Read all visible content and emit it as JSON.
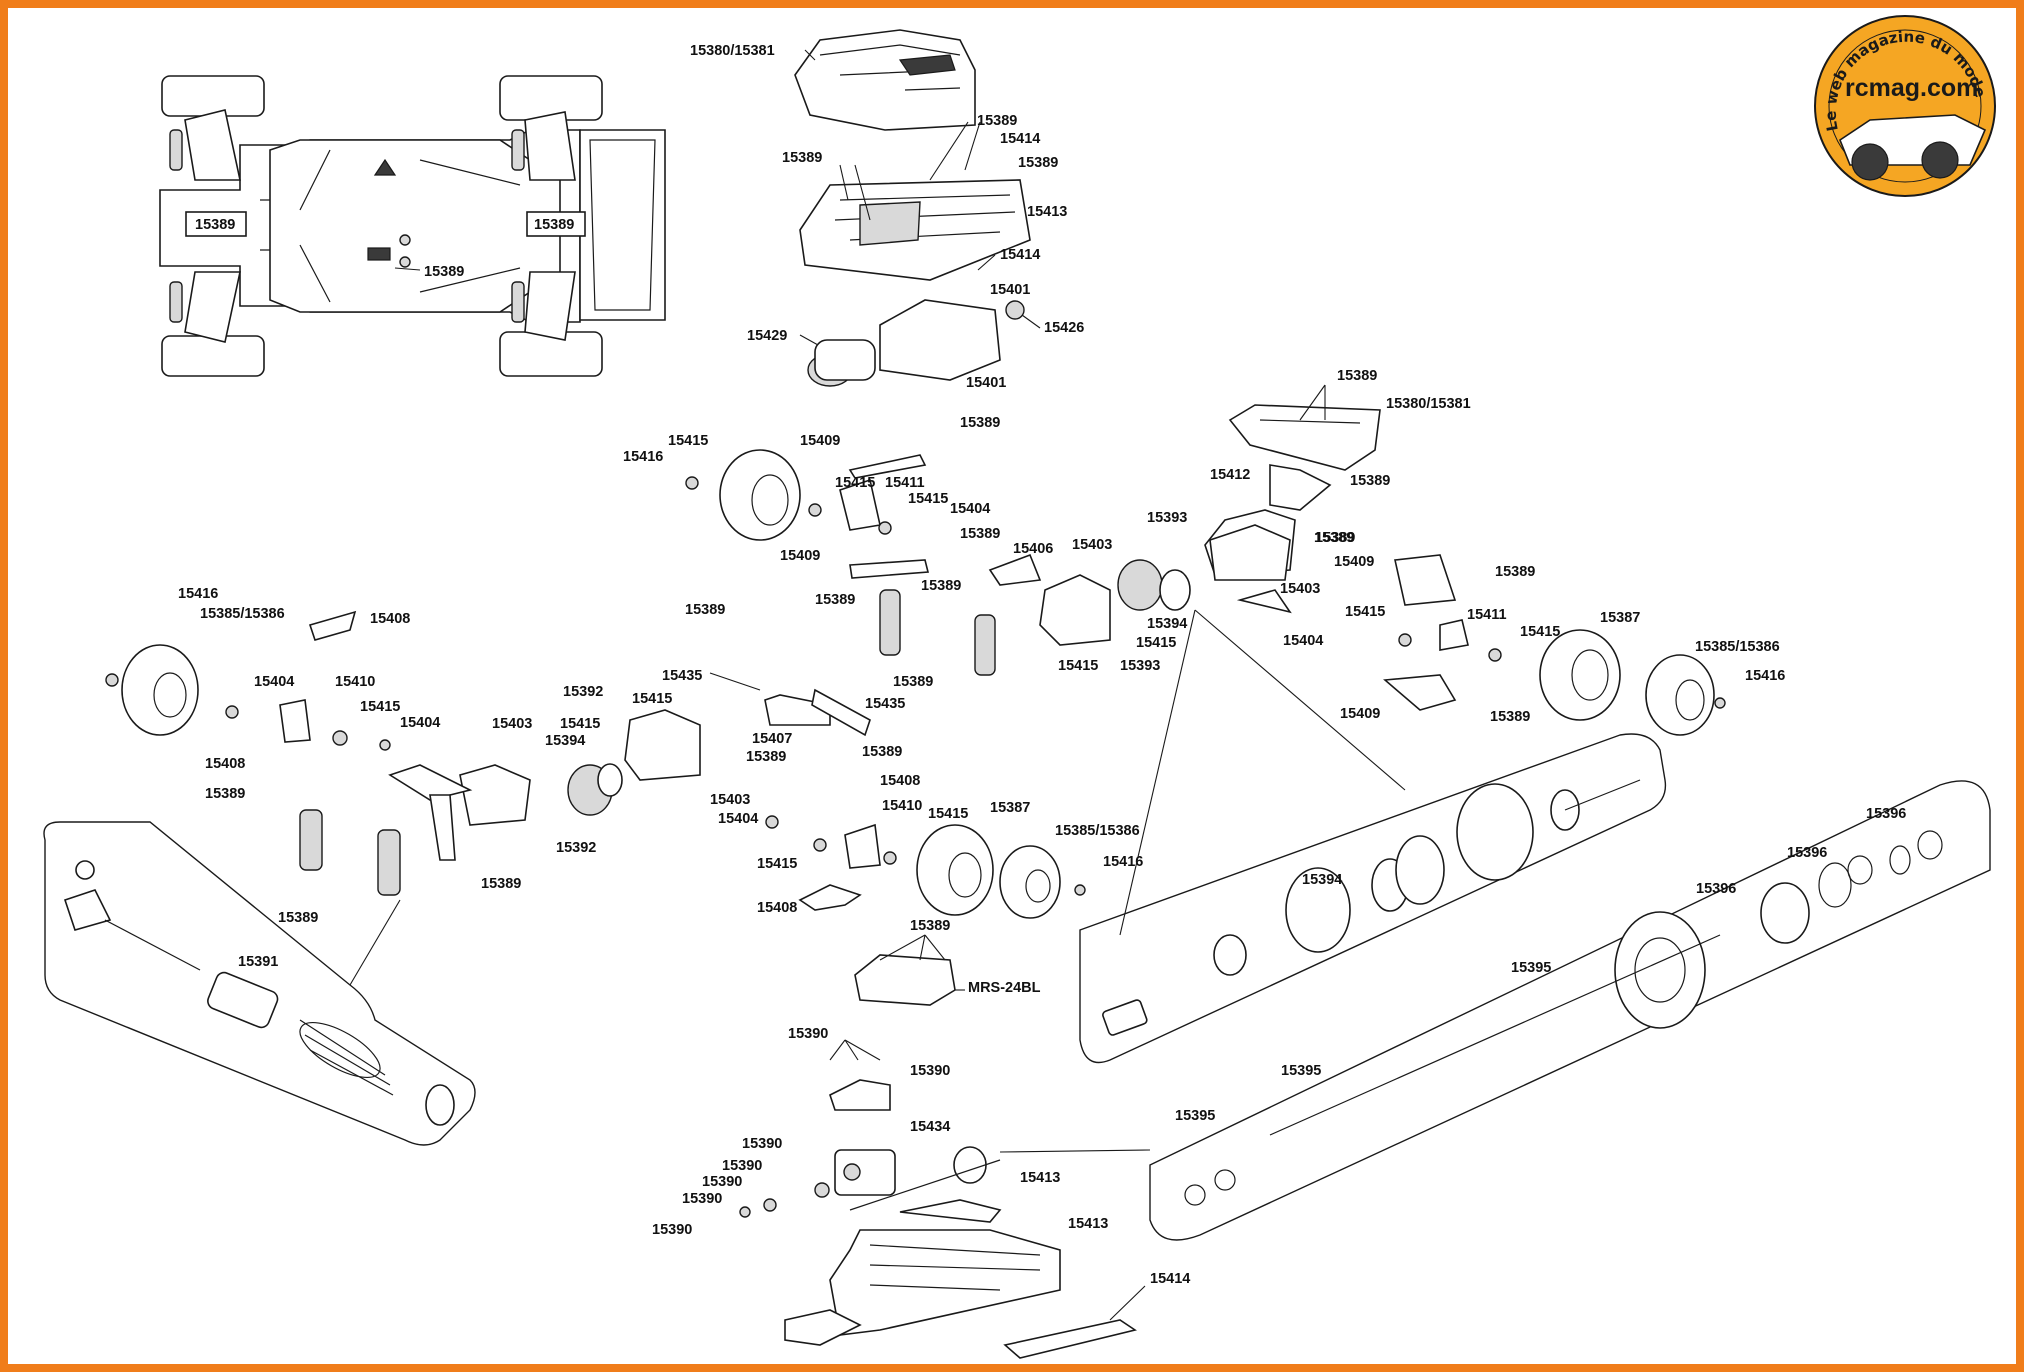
{
  "logo": {
    "brand": "rcmag.com",
    "tagline": "Le web magazine du modelisme",
    "colors": {
      "orange": "#f5a623",
      "frame": "#f07d1a"
    }
  },
  "labels": {
    "l01": "15380/15381",
    "l02": "15389",
    "l03": "15414",
    "l04": "15389",
    "l05": "15389",
    "l06": "15413",
    "l07": "15414",
    "l08": "15401",
    "l09": "15426",
    "l10": "15429",
    "l11": "15401",
    "l12": "15389",
    "l13": "15380/15381",
    "l14": "15412",
    "l15": "15389",
    "l16": "15393",
    "l17": "15389",
    "l18": "15409",
    "l19": "15389",
    "l20": "15403",
    "l21": "15415",
    "l22": "15411",
    "l23": "15415",
    "l24": "15404",
    "l25": "15387",
    "l26": "15385/15386",
    "l27": "15416",
    "l28": "15409",
    "l29": "15389",
    "l30": "15415",
    "l31": "15409",
    "l32": "15389",
    "l33": "15416",
    "l34": "15415",
    "l35": "15411",
    "l36": "15415",
    "l37": "15404",
    "l38": "15389",
    "l39": "15409",
    "l40": "15406",
    "l41": "15403",
    "l42": "15389",
    "l43": "15389",
    "l44": "15394",
    "l45": "15415",
    "l46": "15415",
    "l47": "15393",
    "l48": "15389",
    "l49": "15389",
    "l50": "15389",
    "l51": "15435",
    "l52": "15435",
    "l53": "15407",
    "l54": "15389",
    "l55": "15416",
    "l56": "15385/15386",
    "l57": "15408",
    "l58": "15404",
    "l59": "15410",
    "l60": "15415",
    "l61": "15404",
    "l62": "15403",
    "l63": "15392",
    "l64": "15415",
    "l65": "15415",
    "l66": "15394",
    "l67": "15389",
    "l68": "15408",
    "l69": "15389",
    "l70": "15408",
    "l71": "15403",
    "l72": "15404",
    "l73": "15410",
    "l74": "15415",
    "l75": "15387",
    "l76": "15385/15386",
    "l77": "15416",
    "l78": "15415",
    "l79": "15408",
    "l80": "15392",
    "l81": "15389",
    "l82": "15389",
    "l83": "15391",
    "l84": "15389",
    "l85": "MRS-24BL",
    "l86": "15390",
    "l87": "15390",
    "l88": "15394",
    "l89": "15396",
    "l90": "15396",
    "l91": "15396",
    "l92": "15395",
    "l93": "15395",
    "l94": "15395",
    "l95": "15390",
    "l96": "15434",
    "l97": "15390",
    "l98": "15390",
    "l99": "15390",
    "l100": "15390",
    "l101": "15413",
    "l102": "15413",
    "l103": "15414",
    "top1": "15389",
    "top2": "15389",
    "top3": "15389"
  }
}
